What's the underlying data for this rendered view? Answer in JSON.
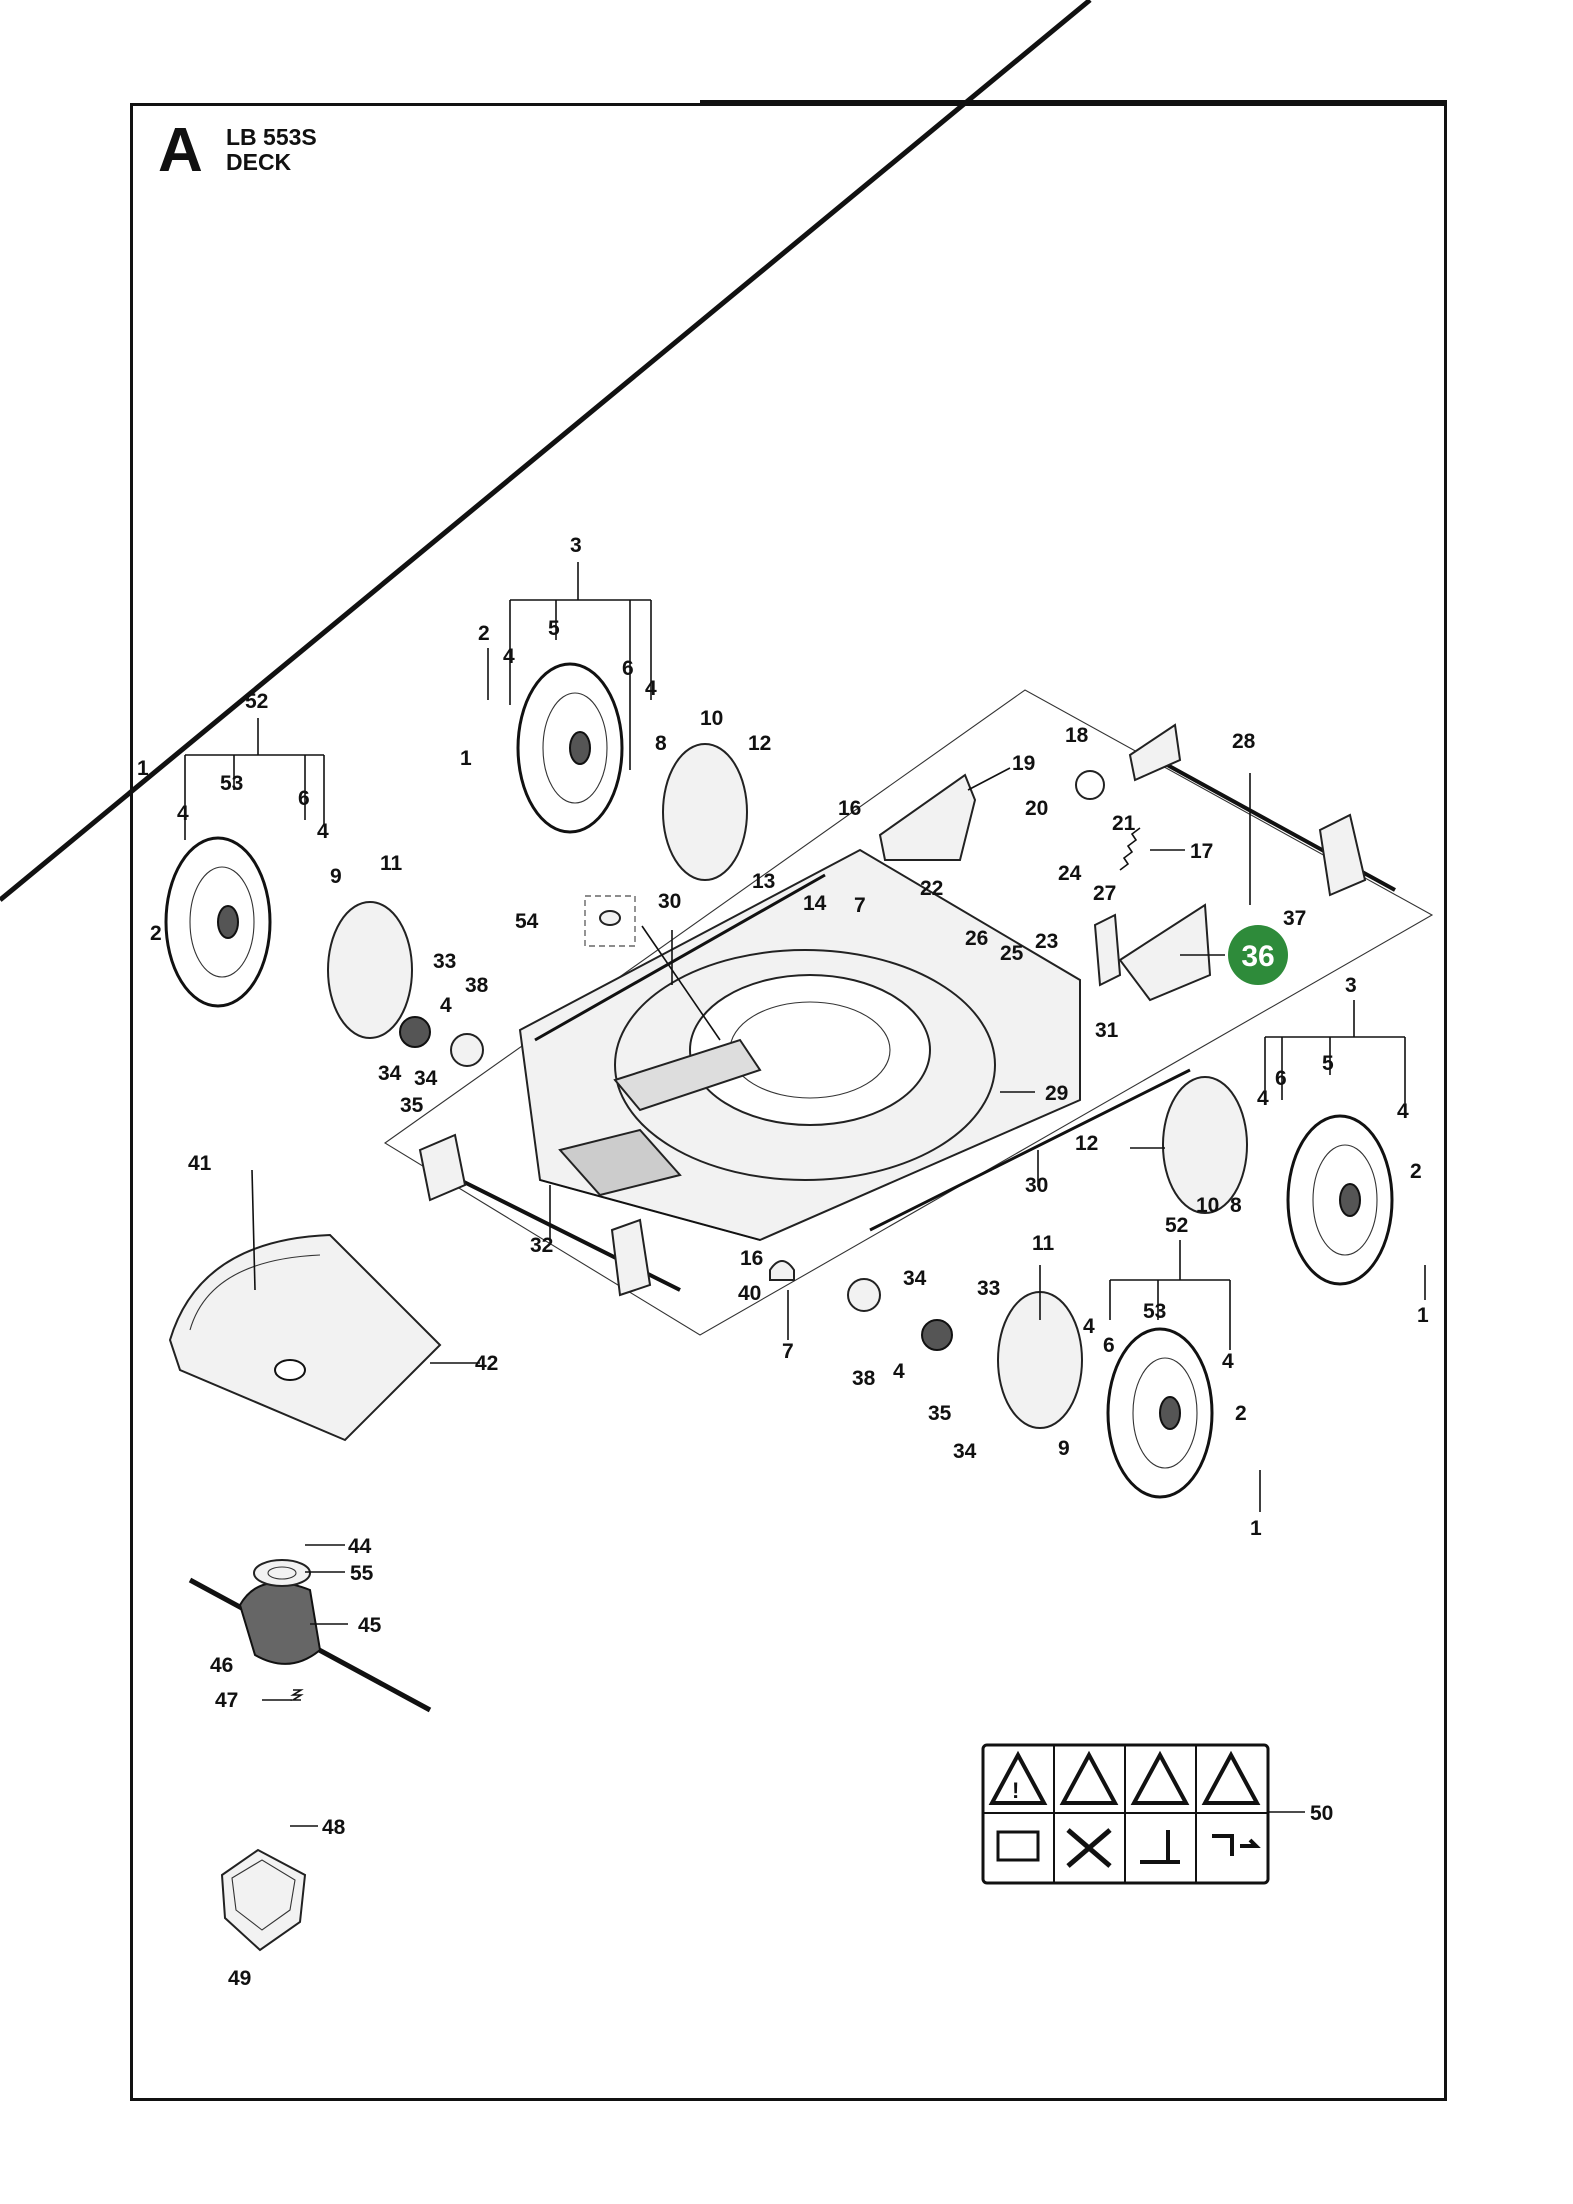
{
  "header": {
    "section_letter": "A",
    "model": "LB 553S",
    "title": "DECK"
  },
  "highlight": {
    "label": "36",
    "color": "#2e8b3a"
  },
  "colors": {
    "line": "#111111",
    "highlight": "#2e8b3a"
  },
  "callouts": [
    {
      "id": "c3a",
      "label": "3"
    },
    {
      "id": "c2a",
      "label": "2"
    },
    {
      "id": "c4a",
      "label": "4"
    },
    {
      "id": "c5a",
      "label": "5"
    },
    {
      "id": "c6a",
      "label": "6"
    },
    {
      "id": "c4b",
      "label": "4"
    },
    {
      "id": "c1a",
      "label": "1"
    },
    {
      "id": "c8a",
      "label": "8"
    },
    {
      "id": "c10a",
      "label": "10"
    },
    {
      "id": "c12a",
      "label": "12"
    },
    {
      "id": "c18",
      "label": "18"
    },
    {
      "id": "c28",
      "label": "28"
    },
    {
      "id": "c19",
      "label": "19"
    },
    {
      "id": "c16a",
      "label": "16"
    },
    {
      "id": "c20",
      "label": "20"
    },
    {
      "id": "c21",
      "label": "21"
    },
    {
      "id": "c17",
      "label": "17"
    },
    {
      "id": "c52a",
      "label": "52"
    },
    {
      "id": "c1b",
      "label": "1"
    },
    {
      "id": "c4c",
      "label": "4"
    },
    {
      "id": "c53a",
      "label": "53"
    },
    {
      "id": "c6b",
      "label": "6"
    },
    {
      "id": "c4d",
      "label": "4"
    },
    {
      "id": "c9a",
      "label": "9"
    },
    {
      "id": "c11a",
      "label": "11"
    },
    {
      "id": "c2b",
      "label": "2"
    },
    {
      "id": "c13",
      "label": "13"
    },
    {
      "id": "c14",
      "label": "14"
    },
    {
      "id": "c7a",
      "label": "7"
    },
    {
      "id": "c22",
      "label": "22"
    },
    {
      "id": "c24",
      "label": "24"
    },
    {
      "id": "c27",
      "label": "27"
    },
    {
      "id": "c26",
      "label": "26"
    },
    {
      "id": "c25",
      "label": "25"
    },
    {
      "id": "c23",
      "label": "23"
    },
    {
      "id": "c37",
      "label": "37"
    },
    {
      "id": "c54",
      "label": "54"
    },
    {
      "id": "c30a",
      "label": "30"
    },
    {
      "id": "c33a",
      "label": "33"
    },
    {
      "id": "c38a",
      "label": "38"
    },
    {
      "id": "c4e",
      "label": "4"
    },
    {
      "id": "c34a",
      "label": "34"
    },
    {
      "id": "c34b",
      "label": "34"
    },
    {
      "id": "c35a",
      "label": "35"
    },
    {
      "id": "c31",
      "label": "31"
    },
    {
      "id": "c3b",
      "label": "3"
    },
    {
      "id": "c4f",
      "label": "4"
    },
    {
      "id": "c6c",
      "label": "6"
    },
    {
      "id": "c5b",
      "label": "5"
    },
    {
      "id": "c4g",
      "label": "4"
    },
    {
      "id": "c29",
      "label": "29"
    },
    {
      "id": "c41",
      "label": "41"
    },
    {
      "id": "c12b",
      "label": "12"
    },
    {
      "id": "c2c",
      "label": "2"
    },
    {
      "id": "c10b",
      "label": "10"
    },
    {
      "id": "c8b",
      "label": "8"
    },
    {
      "id": "c30b",
      "label": "30"
    },
    {
      "id": "c1c",
      "label": "1"
    },
    {
      "id": "c32",
      "label": "32"
    },
    {
      "id": "c11b",
      "label": "11"
    },
    {
      "id": "c52b",
      "label": "52"
    },
    {
      "id": "c16b",
      "label": "16"
    },
    {
      "id": "c40",
      "label": "40"
    },
    {
      "id": "c34c",
      "label": "34"
    },
    {
      "id": "c33b",
      "label": "33"
    },
    {
      "id": "c4h",
      "label": "4"
    },
    {
      "id": "c6d",
      "label": "6"
    },
    {
      "id": "c53b",
      "label": "53"
    },
    {
      "id": "c42",
      "label": "42"
    },
    {
      "id": "c7b",
      "label": "7"
    },
    {
      "id": "c38b",
      "label": "38"
    },
    {
      "id": "c4i",
      "label": "4"
    },
    {
      "id": "c35b",
      "label": "35"
    },
    {
      "id": "c4j",
      "label": "4"
    },
    {
      "id": "c2d",
      "label": "2"
    },
    {
      "id": "c34d",
      "label": "34"
    },
    {
      "id": "c9b",
      "label": "9"
    },
    {
      "id": "c1d",
      "label": "1"
    },
    {
      "id": "c44",
      "label": "44"
    },
    {
      "id": "c55",
      "label": "55"
    },
    {
      "id": "c45",
      "label": "45"
    },
    {
      "id": "c46",
      "label": "46"
    },
    {
      "id": "c47",
      "label": "47"
    },
    {
      "id": "c50",
      "label": "50"
    },
    {
      "id": "c48",
      "label": "48"
    },
    {
      "id": "c49",
      "label": "49"
    }
  ]
}
